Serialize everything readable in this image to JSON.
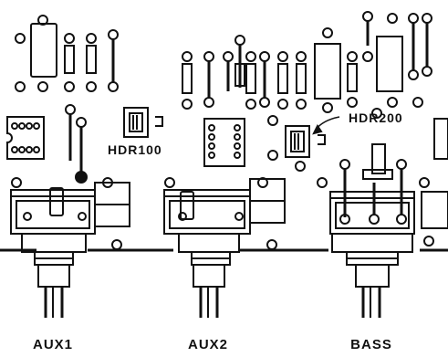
{
  "labels": {
    "hdr100": "HDR100",
    "hdr200": "HDR200",
    "aux1": "AUX1",
    "aux2": "AUX2",
    "bass": "BASS"
  },
  "colors": {
    "ink": "#111111",
    "paper": "#ffffff"
  }
}
